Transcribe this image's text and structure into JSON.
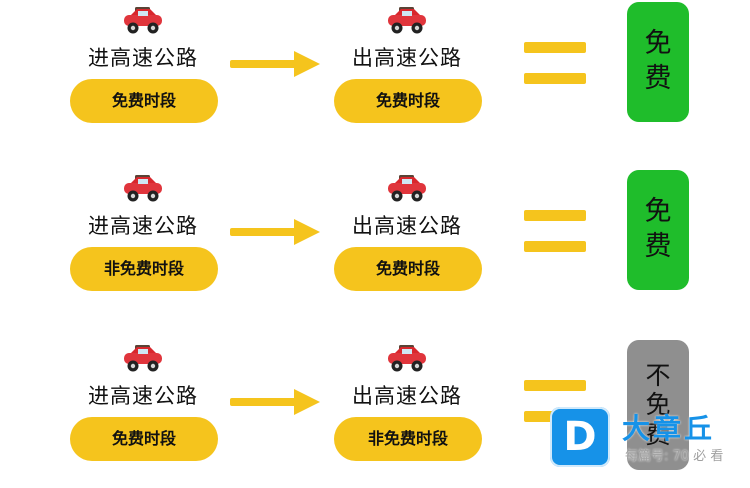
{
  "scenarios": [
    {
      "entry_label": "进高速公路",
      "entry_period": "免费时段",
      "exit_label": "出高速公路",
      "exit_period": "免费时段",
      "result_line1": "免",
      "result_line2": "费",
      "result_line3": ""
    },
    {
      "entry_label": "进高速公路",
      "entry_period": "非免费时段",
      "exit_label": "出高速公路",
      "exit_period": "免费时段",
      "result_line1": "免",
      "result_line2": "费",
      "result_line3": ""
    },
    {
      "entry_label": "进高速公路",
      "entry_period": "免费时段",
      "exit_label": "出高速公路",
      "exit_period": "非免费时段",
      "result_line1": "不",
      "result_line2": "免",
      "result_line3": "费"
    }
  ],
  "watermark": {
    "logo_letter": "D",
    "title": "大章丘",
    "subtitle": "每篇号: 70 必  看"
  },
  "colors": {
    "pill": "#f5c41d",
    "free_result": "#1fbd2b",
    "not_free_result": "#8f8f8f",
    "watermark_blue": "#1692e8"
  },
  "icons": {
    "car": "red-car-icon",
    "arrow": "right-arrow-icon",
    "equals": "equals-sign-icon"
  }
}
